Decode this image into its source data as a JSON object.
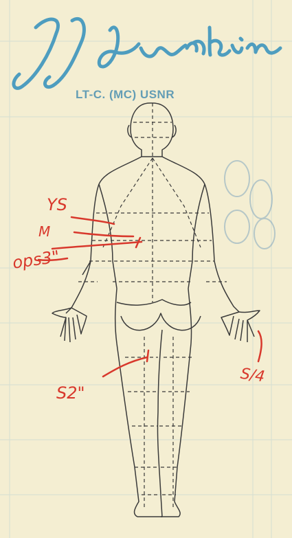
{
  "stamp": {
    "signature": "J J Durkin",
    "text": "LT-C. (MC) USNR"
  },
  "annotations": {
    "ys": "YS",
    "m": "M",
    "ops": "ops3\"",
    "s2": "S2\"",
    "s14": "S/4"
  },
  "colors": {
    "paper": "#f4eed2",
    "stamp_ink": "#4a8fb0",
    "annotation_ink": "#d8382c",
    "figure_ink": "#3a3a3a"
  }
}
